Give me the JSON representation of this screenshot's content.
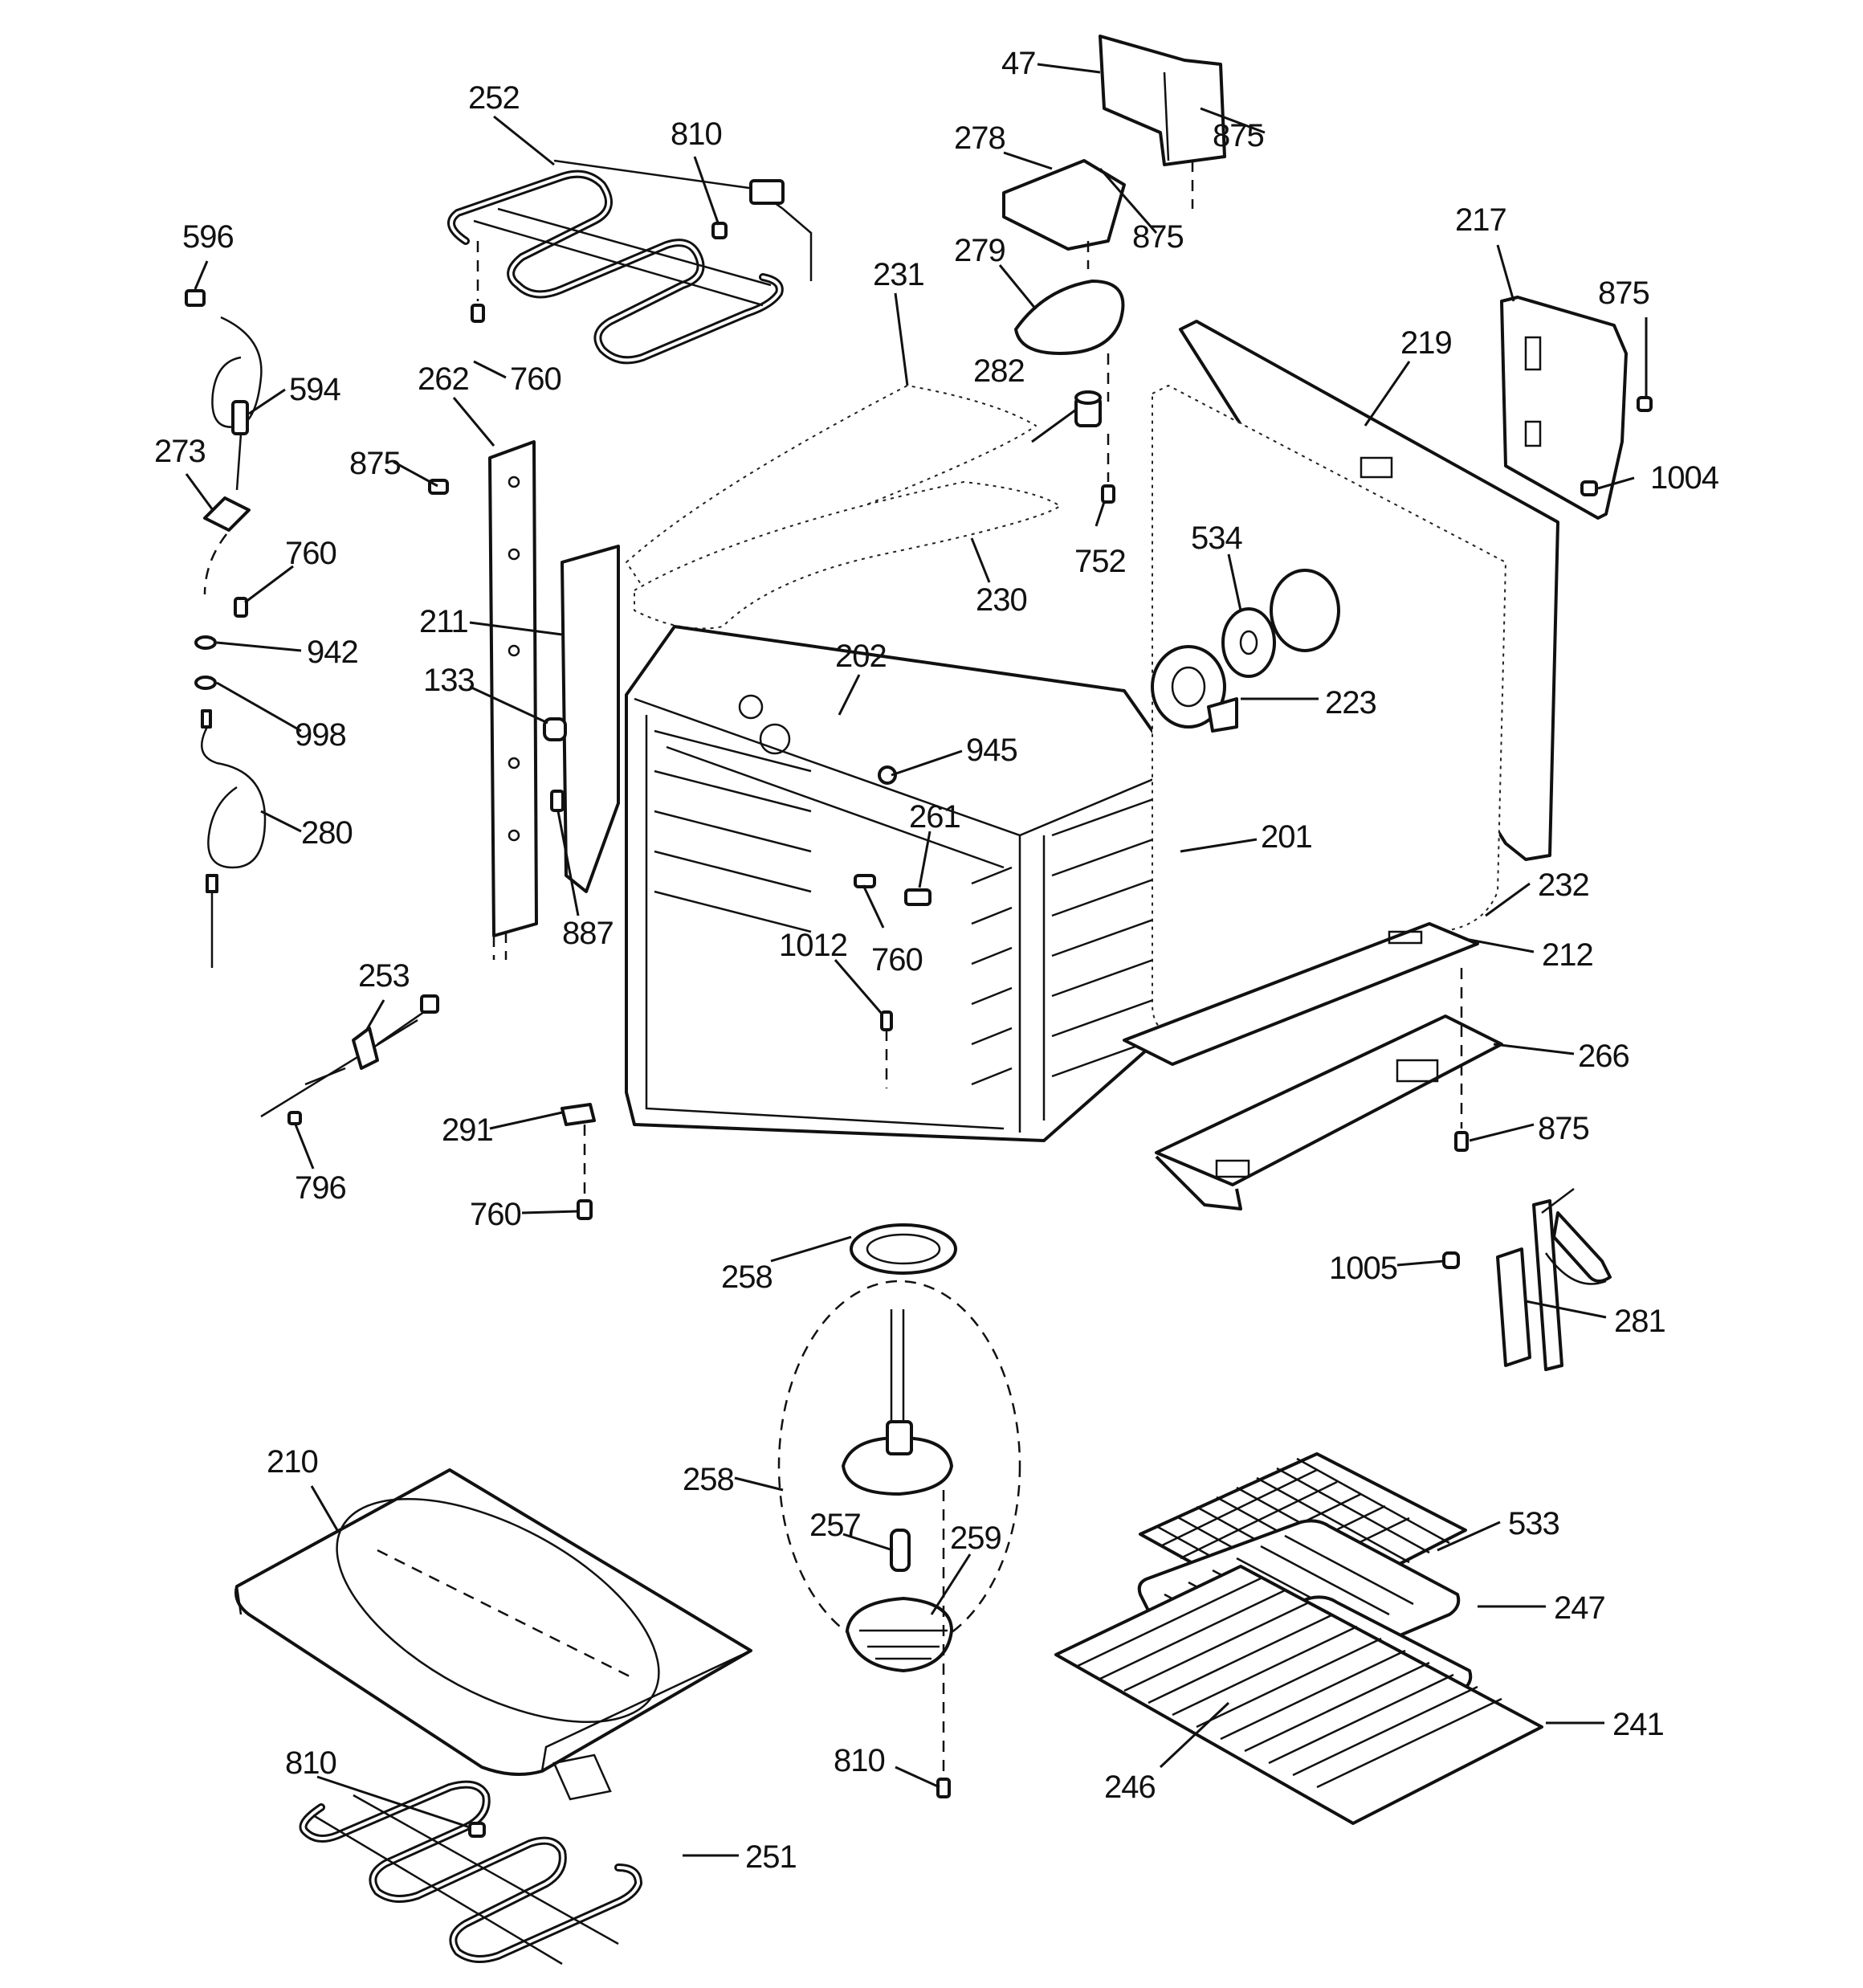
{
  "labels": [
    {
      "id": "47",
      "text": "47"
    },
    {
      "id": "875a",
      "text": "875"
    },
    {
      "id": "278",
      "text": "278"
    },
    {
      "id": "875b",
      "text": "875"
    },
    {
      "id": "252",
      "text": "252"
    },
    {
      "id": "810a",
      "text": "810"
    },
    {
      "id": "596",
      "text": "596"
    },
    {
      "id": "594",
      "text": "594"
    },
    {
      "id": "279",
      "text": "279"
    },
    {
      "id": "231",
      "text": "231"
    },
    {
      "id": "217",
      "text": "217"
    },
    {
      "id": "875c",
      "text": "875"
    },
    {
      "id": "219",
      "text": "219"
    },
    {
      "id": "262",
      "text": "262"
    },
    {
      "id": "760a",
      "text": "760"
    },
    {
      "id": "282",
      "text": "282"
    },
    {
      "id": "273",
      "text": "273"
    },
    {
      "id": "875d",
      "text": "875"
    },
    {
      "id": "1004",
      "text": "1004"
    },
    {
      "id": "760b",
      "text": "760"
    },
    {
      "id": "752",
      "text": "752"
    },
    {
      "id": "230",
      "text": "230"
    },
    {
      "id": "534",
      "text": "534"
    },
    {
      "id": "211",
      "text": "211"
    },
    {
      "id": "942",
      "text": "942"
    },
    {
      "id": "202",
      "text": "202"
    },
    {
      "id": "133",
      "text": "133"
    },
    {
      "id": "223",
      "text": "223"
    },
    {
      "id": "998",
      "text": "998"
    },
    {
      "id": "945",
      "text": "945"
    },
    {
      "id": "261",
      "text": "261"
    },
    {
      "id": "280",
      "text": "280"
    },
    {
      "id": "201",
      "text": "201"
    },
    {
      "id": "232",
      "text": "232"
    },
    {
      "id": "887",
      "text": "887"
    },
    {
      "id": "1012",
      "text": "1012"
    },
    {
      "id": "760c",
      "text": "760"
    },
    {
      "id": "212",
      "text": "212"
    },
    {
      "id": "253",
      "text": "253"
    },
    {
      "id": "266",
      "text": "266"
    },
    {
      "id": "291",
      "text": "291"
    },
    {
      "id": "875e",
      "text": "875"
    },
    {
      "id": "796",
      "text": "796"
    },
    {
      "id": "760d",
      "text": "760"
    },
    {
      "id": "1005",
      "text": "1005"
    },
    {
      "id": "258a",
      "text": "258"
    },
    {
      "id": "281",
      "text": "281"
    },
    {
      "id": "210",
      "text": "210"
    },
    {
      "id": "258b",
      "text": "258"
    },
    {
      "id": "257",
      "text": "257"
    },
    {
      "id": "259",
      "text": "259"
    },
    {
      "id": "533",
      "text": "533"
    },
    {
      "id": "247",
      "text": "247"
    },
    {
      "id": "241",
      "text": "241"
    },
    {
      "id": "810b",
      "text": "810"
    },
    {
      "id": "246",
      "text": "246"
    },
    {
      "id": "810c",
      "text": "810"
    },
    {
      "id": "251",
      "text": "251"
    }
  ]
}
